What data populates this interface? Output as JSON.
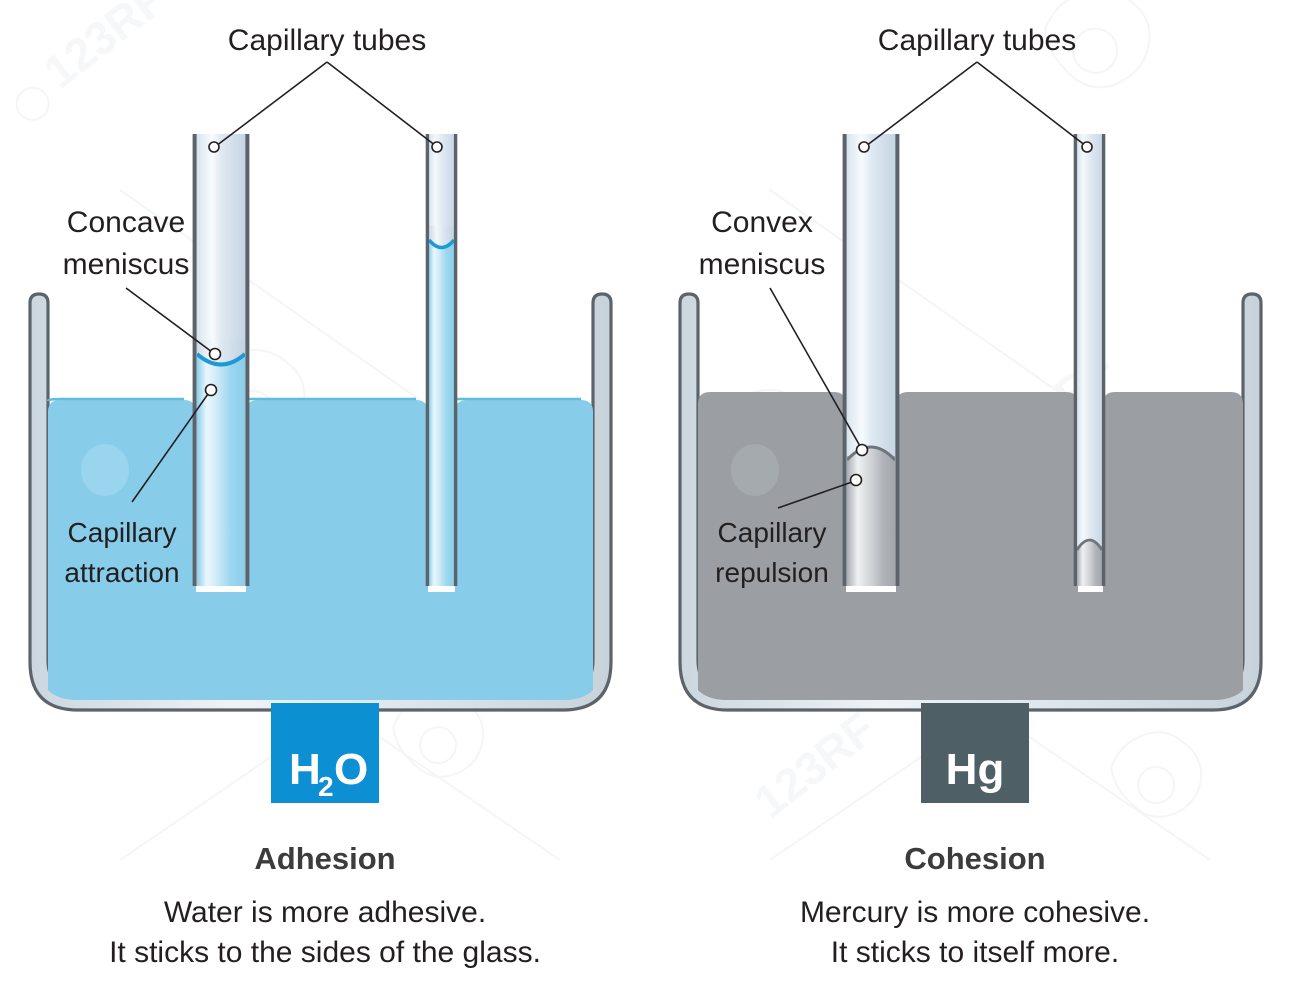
{
  "figure": {
    "background_color": "#ffffff",
    "panel_count": 2
  },
  "palette": {
    "water_fill": "#87cdea",
    "water_fill_tube": "#9ad5ee",
    "water_meniscus_line": "#1b9ad6",
    "mercury_fill": "#9b9fa3",
    "mercury_fill_tube": "#b9bcc0",
    "glass_stroke": "#5c636b",
    "glass_fill_light": "#dfe6ec",
    "glass_fill_highlight": "#f4f8fb",
    "h2o_badge_bg": "#0d8fd4",
    "hg_badge_bg": "#4f5f66",
    "label_text": "#231f20",
    "title_text": "#3c3c3c",
    "leader_line": "#231f20"
  },
  "left_panel": {
    "substance": "water",
    "callout_tubes": "Capillary tubes",
    "callout_meniscus_line1": "Concave",
    "callout_meniscus_line2": "meniscus",
    "callout_capillary_line1": "Capillary",
    "callout_capillary_line2": "attraction",
    "badge_label": "H",
    "badge_sub": "2",
    "badge_label_tail": "O",
    "badge_full": "H2O",
    "title": "Adhesion",
    "caption_line1": "Water is more adhesive.",
    "caption_line2": "It sticks to the sides of the glass."
  },
  "right_panel": {
    "substance": "mercury",
    "callout_tubes": "Capillary tubes",
    "callout_meniscus_line1": "Convex",
    "callout_meniscus_line2": "meniscus",
    "callout_capillary_line1": "Capillary",
    "callout_capillary_line2": "repulsion",
    "badge_label": "Hg",
    "title": "Cohesion",
    "caption_line1": "Mercury is more cohesive.",
    "caption_line2": "It sticks to itself more."
  },
  "watermark": {
    "text": "123RF"
  }
}
